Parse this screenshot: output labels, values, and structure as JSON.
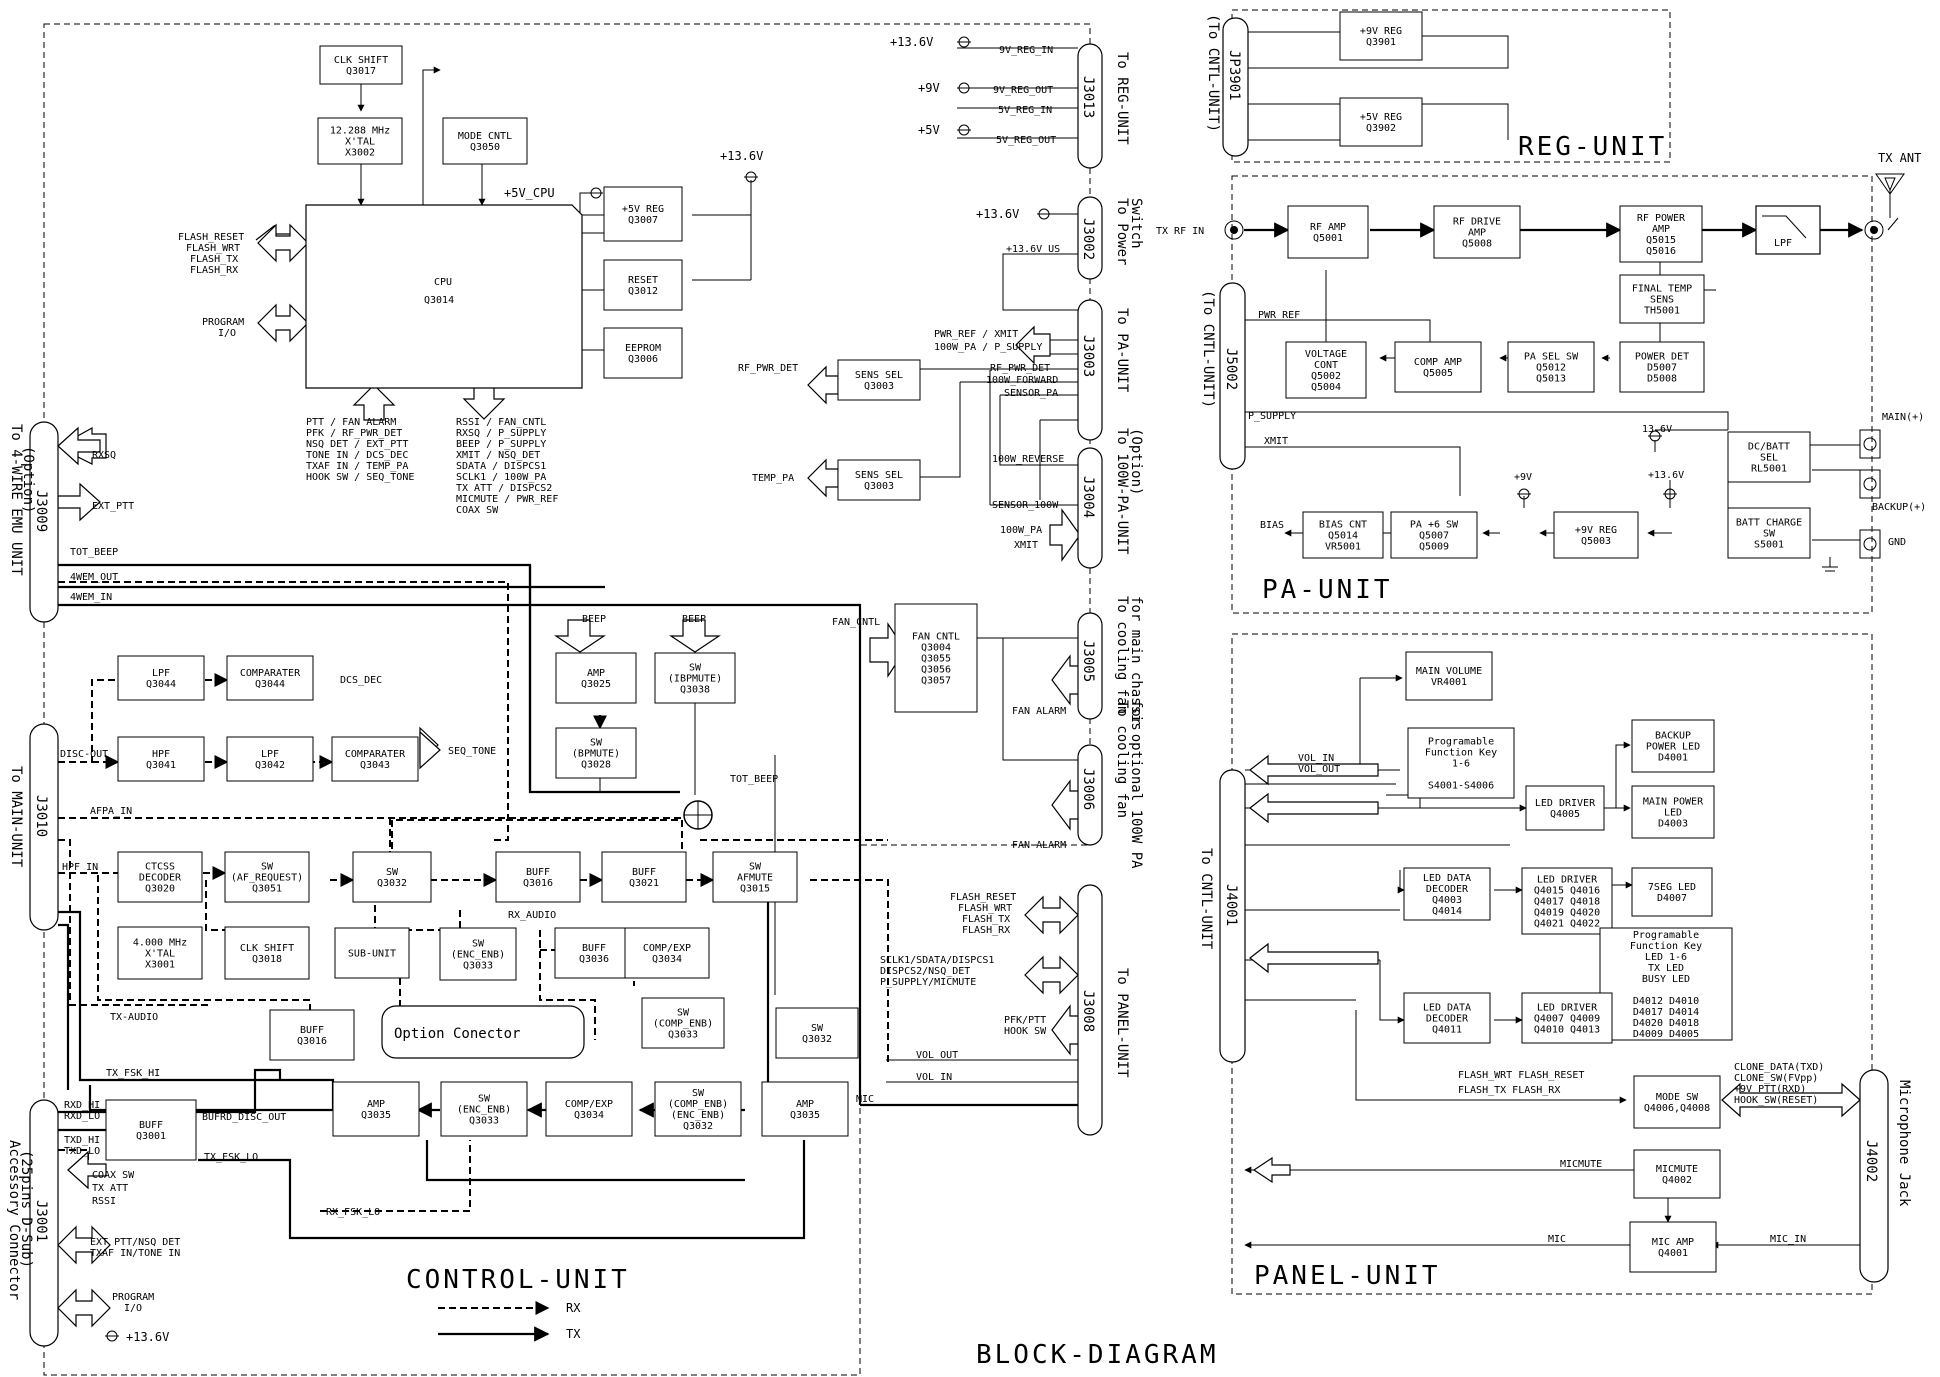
{
  "title": "BLOCK-DIAGRAM",
  "units": {
    "control": "CONTROL-UNIT",
    "reg": "REG-UNIT",
    "pa": "PA-UNIT",
    "panel": "PANEL-UNIT"
  },
  "legend": {
    "rx": "RX",
    "tx": "TX"
  },
  "blocks": {
    "clk_shift_1": [
      "CLK SHIFT",
      "Q3017"
    ],
    "xtal_1": [
      "12.288 MHz",
      "X'TAL",
      "X3002"
    ],
    "mode_cntl": [
      "MODE CNTL",
      "Q3050"
    ],
    "cpu": [
      "CPU",
      "Q3014"
    ],
    "reg5_cpu": [
      "+5V REG",
      "Q3007"
    ],
    "reset": [
      "RESET",
      "Q3012"
    ],
    "eeprom": [
      "EEPROM",
      "Q3006"
    ],
    "sens_sel_1": [
      "SENS SEL",
      "Q3003"
    ],
    "sens_sel_2": [
      "SENS SEL",
      "Q3003"
    ],
    "fan_cntl": [
      "FAN CNTL",
      "Q3004",
      "Q3055",
      "Q3056",
      "Q3057"
    ],
    "lpf_3044": [
      "LPF",
      "Q3044"
    ],
    "comp_3044": [
      "COMPARATER",
      "Q3044"
    ],
    "hpf_3041": [
      "HPF",
      "Q3041"
    ],
    "lpf_3042": [
      "LPF",
      "Q3042"
    ],
    "comp_3043": [
      "COMPARATER",
      "Q3043"
    ],
    "amp_3025": [
      "AMP",
      "Q3025"
    ],
    "sw_3038": [
      "SW",
      "(IBPMUTE)",
      "Q3038"
    ],
    "sw_3028": [
      "SW",
      "(BPMUTE)",
      "Q3028"
    ],
    "ctcss": [
      "CTCSS",
      "DECODER",
      "Q3020"
    ],
    "sw_3051": [
      "SW",
      "(AF_REQUEST)",
      "Q3051"
    ],
    "sw_3032a": [
      "SW",
      "Q3032"
    ],
    "buff_3016a": [
      "BUFF",
      "Q3016"
    ],
    "buff_3021": [
      "BUFF",
      "Q3021"
    ],
    "sw_3015": [
      "SW",
      "AFMUTE",
      "Q3015"
    ],
    "xtal_2": [
      "4.000 MHz",
      "X'TAL",
      "X3001"
    ],
    "clk_shift_2": [
      "CLK SHIFT",
      "Q3018"
    ],
    "sub_unit": [
      "SUB-UNIT"
    ],
    "sw_3033a": [
      "SW",
      "(ENC_ENB)",
      "Q3033"
    ],
    "buff_3036": [
      "BUFF",
      "Q3036"
    ],
    "comp_exp_1": [
      "COMP/EXP",
      "Q3034"
    ],
    "sw_3033b": [
      "SW",
      "(COMP_ENB)",
      "Q3033"
    ],
    "buff_3016b": [
      "BUFF",
      "Q3016"
    ],
    "option": [
      "Option Conector"
    ],
    "sw_3032b": [
      "SW",
      "Q3032"
    ],
    "buff_3001": [
      "BUFF",
      "Q3001"
    ],
    "amp_3035a": [
      "AMP",
      "Q3035"
    ],
    "sw_3033c": [
      "SW",
      "(ENC_ENB)",
      "Q3033"
    ],
    "comp_exp_2": [
      "COMP/EXP",
      "Q3034"
    ],
    "sw_3032c": [
      "SW",
      "(COMP_ENB)",
      "(ENC_ENB)",
      "Q3032"
    ],
    "amp_3035b": [
      "AMP",
      "Q3035"
    ],
    "reg9": [
      "+9V REG",
      "Q3901"
    ],
    "reg5": [
      "+5V REG",
      "Q3902"
    ],
    "rf_amp": [
      "RF AMP",
      "Q5001"
    ],
    "rf_drive": [
      "RF DRIVE",
      "AMP",
      "Q5008"
    ],
    "rf_power": [
      "RF POWER",
      "AMP",
      "Q5015",
      "Q5016"
    ],
    "lpf_pa": [
      "LPF"
    ],
    "final_temp": [
      "FINAL TEMP",
      "SENS",
      "TH5001"
    ],
    "voltage_cont": [
      "VOLTAGE",
      "CONT",
      "Q5002",
      "Q5004"
    ],
    "comp_amp": [
      "COMP AMP",
      "Q5005"
    ],
    "pa_sel": [
      "PA SEL SW",
      "Q5012",
      "Q5013"
    ],
    "power_det": [
      "POWER DET",
      "D5007",
      "D5008"
    ],
    "dc_batt": [
      "DC/BATT",
      "SEL",
      "RL5001"
    ],
    "batt_charge": [
      "BATT CHARGE",
      "SW",
      "S5001"
    ],
    "bias_cnt": [
      "BIAS CNT",
      "Q5014",
      "VR5001"
    ],
    "pa_sw": [
      "PA +6 SW",
      "Q5007",
      "Q5009"
    ],
    "reg9_pa": [
      "+9V REG",
      "Q5003"
    ],
    "main_volume": [
      "MAIN VOLUME",
      "VR4001"
    ],
    "prog_fkey": [
      "Programable",
      "Function Key",
      "1-6",
      "",
      "S4001-S4006"
    ],
    "backup_led": [
      "BACKUP",
      "POWER LED",
      "D4001"
    ],
    "led_driver_1": [
      "LED DRIVER",
      "Q4005"
    ],
    "main_power_led": [
      "MAIN POWER",
      "LED",
      "D4003"
    ],
    "led_data_1": [
      "LED DATA",
      "DECODER",
      "Q4003",
      "Q4014"
    ],
    "led_driver_2": [
      "LED DRIVER",
      "Q4015 Q4016",
      "Q4017 Q4018",
      "Q4019 Q4020",
      "Q4021 Q4022"
    ],
    "seg_led": [
      "7SEG LED",
      "D4007"
    ],
    "prog_led": [
      "Programable",
      "Function Key",
      "LED  1-6",
      "TX LED",
      "BUSY LED",
      "",
      "D4012  D4010",
      "D4017  D4014",
      "D4020  D4018",
      "D4009  D4005"
    ],
    "led_data_2": [
      "LED DATA",
      "DECODER",
      "Q4011"
    ],
    "led_driver_3": [
      "LED DRIVER",
      "Q4007 Q4009",
      "Q4010 Q4013"
    ],
    "mode_sw": [
      "MODE SW",
      "Q4006,Q4008"
    ],
    "micmute": [
      "MICMUTE",
      "Q4002"
    ],
    "mic_amp": [
      "MIC AMP",
      "Q4001"
    ]
  },
  "connectors": {
    "j3013": "J3013",
    "j3002": "J3002",
    "j3003": "J3003",
    "j3004": "J3004",
    "j3005": "J3005",
    "j3006": "J3006",
    "j3008": "J3008",
    "j3009": "J3009",
    "j3010": "J3010",
    "j3001": "J3001",
    "jp3901": "JP3901",
    "j5002": "J5002",
    "j4001": "J4001",
    "j4002": "J4002"
  },
  "destinations": {
    "j3013": [
      "To REG-UNIT"
    ],
    "j3002": [
      "To Power",
      "Switch"
    ],
    "j3003": [
      "To PA-UNIT"
    ],
    "j3004": [
      "To 100W-PA-UNIT",
      "(Option)"
    ],
    "j3005": [
      "To cooling fan",
      "for main chassis"
    ],
    "j3006": [
      "To cooling fan",
      "for optional 100W PA"
    ],
    "j3008": [
      "To PANEL-UNIT"
    ],
    "j3009": [
      "To 4-WIRE EMU UNIT",
      "(Option)"
    ],
    "j3010": [
      "To MAIN-UNIT"
    ],
    "j3001": [
      "Accessory Connector",
      "(25pins D-Sub)"
    ],
    "jp3901": [
      "(To CNTL-UNIT)"
    ],
    "j5002": [
      "(To CNTL-UNIT)"
    ],
    "j4001": [
      "To CNTL-UNIT"
    ],
    "j4002": [
      "Microphone Jack"
    ]
  },
  "labels": {
    "v136_1": "+13.6V",
    "reg_in_9": "9V_REG_IN",
    "v9": "+9V",
    "reg_out_9": "9V_REG_OUT",
    "reg_in_5": "5V_REG_IN",
    "v5": "+5V",
    "reg_out_5": "5V_REG_OUT",
    "v136_2": "+13.6V",
    "v136_us": "+13.6V_US",
    "v136_cpu": "+13.6V",
    "v5_cpu": "+5V_CPU",
    "flash_l1": "FLASH_RESET",
    "flash_l2": "FLASH_WRT",
    "flash_l3": "FLASH_TX",
    "flash_l4": "FLASH_RX",
    "prog_io_1": "PROGRAM",
    "prog_io_2": "I/O",
    "cpu_in_1": "PTT / FAN ALARM",
    "cpu_in_2": "PFK / RF_PWR_DET",
    "cpu_in_3": "NSQ DET / EXT_PTT",
    "cpu_in_4": "TONE IN / DCS_DEC",
    "cpu_in_5": "TXAF IN / TEMP_PA",
    "cpu_in_6": "HOOK SW / SEQ_TONE",
    "cpu_out_1": "RSSI / FAN_CNTL",
    "cpu_out_2": "RXSQ / P_SUPPLY",
    "cpu_out_3": "BEEP / P_SUPPLY",
    "cpu_out_4": "XMIT / NSQ_DET",
    "cpu_out_5": "SDATA / DISPCS1",
    "cpu_out_6": "SCLK1 / 100W_PA",
    "cpu_out_7": "TX ATT / DISPCS2",
    "cpu_out_8": "MICMUTE / PWR_REF",
    "cpu_out_9": "COAX SW",
    "pwr_ref": "PWR_REF / XMIT",
    "pa_supply": "100W_PA / P_SUPPLY",
    "rf_pwr_det_in": "RF_PWR_DET",
    "fwd": "100W_FORWARD",
    "sensor_pa": "SENSOR_PA",
    "rf_pwr_det": "RF_PWR_DET",
    "temp_pa": "TEMP_PA",
    "reverse": "100W_REVERSE",
    "sensor_100w": "SENSOR_100W",
    "pa100": "100W_PA",
    "xmit100": "XMIT",
    "fan_cntl": "FAN_CNTL",
    "fan_alarm_1": "FAN ALARM",
    "fan_alarm_2": "FAN ALARM",
    "j3008_1": "FLASH_RESET",
    "j3008_2": "FLASH_WRT",
    "j3008_3": "FLASH_TX",
    "j3008_4": "FLASH_RX",
    "j3008_5": "SCLK1/SDATA/DISPCS1",
    "j3008_6": "DISPCS2/NSQ_DET",
    "j3008_7": "P_SUPPLY/MICMUTE",
    "j3008_8": "PFK/PTT",
    "j3008_9": "HOOK SW",
    "vol_out": "VOL_OUT",
    "vol_in": "VOL_IN",
    "mic": "MIC",
    "rxsq": "RXSQ",
    "ext_ptt": "EXT_PTT",
    "tot_beep_1": "TOT_BEEP",
    "wem_out": "4WEM_OUT",
    "wem_in": "4WEM_IN",
    "dcs_dec": "DCS_DEC",
    "seq_tone": "SEQ_TONE",
    "disc_out": "DISC-OUT",
    "beep_1": "BEEP",
    "beep_2": "BEEP",
    "tot_beep_2": "TOT_BEEP",
    "afpa_in": "AFPA_IN",
    "hpf_in": "HPF_IN",
    "rx_audio": "RX_AUDIO",
    "tx_audio": "TX-AUDIO",
    "tx_fsk_hi": "TX_FSK_HI",
    "tx_fsk_lo": "TX_FSK_LO",
    "rx_fsk_lo": "RX_FSK_LO",
    "bufrd": "BUFRD_DISC_OUT",
    "rxd_hi": "RXD_HI",
    "rxd_lo": "RXD_LO",
    "txd_hi": "TXD_HI",
    "txd_lo": "TXD_LO",
    "coax": "COAX SW",
    "txatt": "TX ATT",
    "rssi": "RSSI",
    "acc_1": "EXT PTT/NSQ DET",
    "acc_2": "TXAF IN/TONE IN",
    "acc_prog_1": "PROGRAM",
    "acc_prog_2": "I/O",
    "acc_v": "+13.6V",
    "tx_rf_in": "TX RF IN",
    "tx_ant": "TX ANT",
    "pwr_ref_pa": "PWR_REF",
    "p_supply": "P_SUPPLY",
    "xmit": "XMIT",
    "bias": "BIAS",
    "v136_pa1": "13.6V",
    "v136_pa2": "+13.6V",
    "v9_pa": "+9V",
    "main_plus": "MAIN(+)",
    "backup": "BACKUP(+)",
    "gnd": "GND",
    "vol_in_p": "VOL_IN",
    "vol_out_p": "VOL_OUT",
    "clone_1": "CLONE_DATA(TXD)",
    "clone_2": "CLONE_SW(FVpp)",
    "clone_3": "+9V    PTT(RXD)",
    "clone_4": "HOOK_SW(RESET)",
    "fl_1": "FLASH_WRT  FLASH_RESET",
    "fl_2": "FLASH_TX   FLASH_RX",
    "micmute_p": "MICMUTE",
    "mic_p": "MIC",
    "mic_in": "MIC_IN"
  }
}
